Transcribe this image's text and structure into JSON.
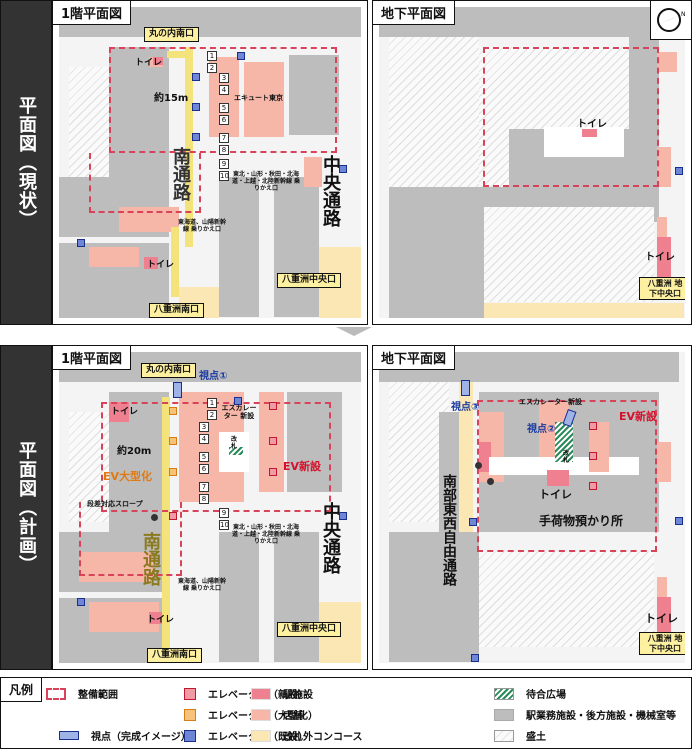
{
  "sections": {
    "current": {
      "side_label": "平面図（現状）"
    },
    "planned": {
      "side_label": "平面図（計画）"
    }
  },
  "panels": {
    "current_1f": {
      "title": "1階平面図",
      "exits": {
        "marunouchi_south": "丸の内南口",
        "yaesu_south": "八重洲南口",
        "yaesu_central": "八重洲中央口"
      },
      "toilets": [
        "トイレ",
        "トイレ"
      ],
      "distance": "約15m",
      "ecute": "エキュート東京",
      "south_passage": "南通路",
      "central_passage": "中央通路",
      "gate_east": "東北・山形・秋田・北海道・上越・北陸新幹線 乗りかえ口",
      "gate_tokaido": "東海道、山陽新幹線 乗りかえ口",
      "platforms": [
        "1",
        "2",
        "3",
        "4",
        "5",
        "6",
        "7",
        "8",
        "9",
        "10"
      ]
    },
    "current_b1": {
      "title": "地下平面図",
      "toilets": [
        "トイレ",
        "トイレ"
      ],
      "exit": "八重洲 地下中央口",
      "compass": "north-arrow"
    },
    "planned_1f": {
      "title": "1階平面図",
      "exits": {
        "marunouchi_south": "丸の内南口",
        "yaesu_south": "八重洲南口",
        "yaesu_central": "八重洲中央口"
      },
      "viewpoint": "視点①",
      "toilets": [
        "トイレ",
        "トイレ"
      ],
      "distance": "約20m",
      "escalator": "エスカレーター 新設",
      "ticket": "改 札",
      "ev_enlarge": "EV大型化",
      "ev_new": "EV新設",
      "slope": "段差対応スロープ",
      "south_passage": "南通路",
      "central_passage": "中央通路",
      "gate_east": "東北・山形・秋田・北海道・上越・北陸新幹線 乗りかえ口",
      "gate_tokaido": "東海道、山陽新幹線 乗りかえ口",
      "platforms": [
        "1",
        "2",
        "3",
        "4",
        "5",
        "6",
        "7",
        "8",
        "9",
        "10"
      ]
    },
    "planned_b1": {
      "title": "地下平面図",
      "viewpoint2": "視点②",
      "viewpoint3": "視点③",
      "escalator": "エスカレーター新設",
      "ticket": "改 札",
      "ev_new": "EV新設",
      "toilets": [
        "トイレ",
        "トイレ"
      ],
      "baggage": "手荷物預かり所",
      "passage": "南部東西自由通路",
      "exit": "八重洲 地下中央口"
    }
  },
  "legend": {
    "title": "凡例",
    "items": [
      {
        "label": "整備範囲",
        "swatch": "dashed-red"
      },
      {
        "label": "視点（完成イメージ）",
        "swatch": "camera"
      },
      {
        "label": "エレベーター（新設）",
        "swatch": "#f09aa5"
      },
      {
        "label": "エレベーター（大型化）",
        "swatch": "#f7c27a"
      },
      {
        "label": "エレベーター（既設）",
        "swatch": "#6f86d6"
      },
      {
        "label": "駅施設",
        "swatch": "#ee8090"
      },
      {
        "label": "店舗",
        "swatch": "#f6b6a8"
      },
      {
        "label": "改札外コンコース",
        "swatch": "#fbe7b4"
      },
      {
        "label": "待合広場",
        "swatch": "green-hatch"
      },
      {
        "label": "駅業務施設・後方施設・機械室等",
        "swatch": "#bdbdbd"
      },
      {
        "label": "盛土",
        "swatch": "gray-hatch"
      }
    ]
  },
  "colors": {
    "range": "#d9435a",
    "ev_new": "#c2182e",
    "ev_enlarge": "#d67d1a",
    "ev_existing": "#1a2f8a",
    "side_bg": "#333333"
  }
}
